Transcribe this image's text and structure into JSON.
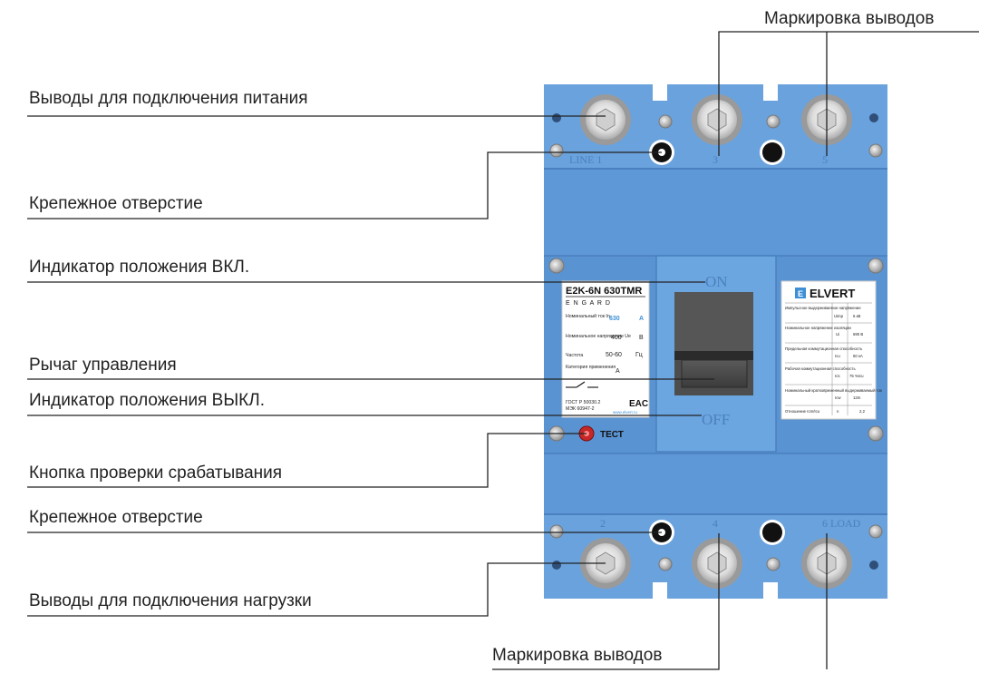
{
  "callouts": {
    "power_terminals": "Выводы для подключения питания",
    "mounting_hole_top": "Крепежное отверстие",
    "on_indicator": "Индикатор положения ВКЛ.",
    "lever": "Рычаг управления",
    "off_indicator": "Индикатор положения ВЫКЛ.",
    "test_button": "Кнопка проверки срабатывания",
    "mounting_hole_bottom": "Крепежное отверстие",
    "load_terminals": "Выводы для подключения нагрузки",
    "terminal_marking_top": "Маркировка выводов",
    "terminal_marking_bottom": "Маркировка выводов"
  },
  "breaker": {
    "on_label": "ON",
    "off_label": "OFF",
    "test_label": "ТЕСТ",
    "top_terminal_marks": [
      "LINE 1",
      "3",
      "5"
    ],
    "bottom_terminal_marks": [
      "2",
      "4",
      "6 LOAD"
    ]
  },
  "left_label": {
    "model": "E2K-6N 630TMR",
    "brand": "E N G A R D",
    "rows": [
      {
        "name": "Номинальный ток In",
        "value": "630",
        "unit": "A"
      },
      {
        "name": "Номинальное напряжение Ue",
        "value": "400",
        "unit": "В"
      },
      {
        "name": "Частота",
        "value": "50-60",
        "unit": "Гц"
      },
      {
        "name": "Категория применения",
        "value": "A",
        "unit": ""
      }
    ],
    "standard_1": "ГОСТ Р 50030.2",
    "standard_2": "МЭК 60947-2",
    "eac": "EAC",
    "website": "www.elvert.ru"
  },
  "right_label": {
    "brand": "ELVERT",
    "rows": [
      {
        "name": "Импульсное выдерживаемое напряжение",
        "sym": "Uimp",
        "value": "6 кВ"
      },
      {
        "name": "Номинальное напряжение изоляции",
        "sym": "Ui",
        "value": "690 В"
      },
      {
        "name": "Предельная коммутационная способность",
        "sym": "Icu",
        "value": "50 кА"
      },
      {
        "name": "Рабочая коммутационная способность",
        "sym": "Ics",
        "value": "75 %Icu"
      },
      {
        "name": "Номинальный кратковременный выдерживаемый ток",
        "sym": "Icw",
        "value": "12In"
      },
      {
        "name": "Отношение Icm/Icu",
        "sym": "n",
        "value": "2,2"
      }
    ]
  },
  "colors": {
    "body_blue": "#5f98d6",
    "body_dark": "#4a80bf",
    "body_light": "#7fb0e3",
    "lever_window": "#4d4d4d",
    "text": "#222222"
  }
}
